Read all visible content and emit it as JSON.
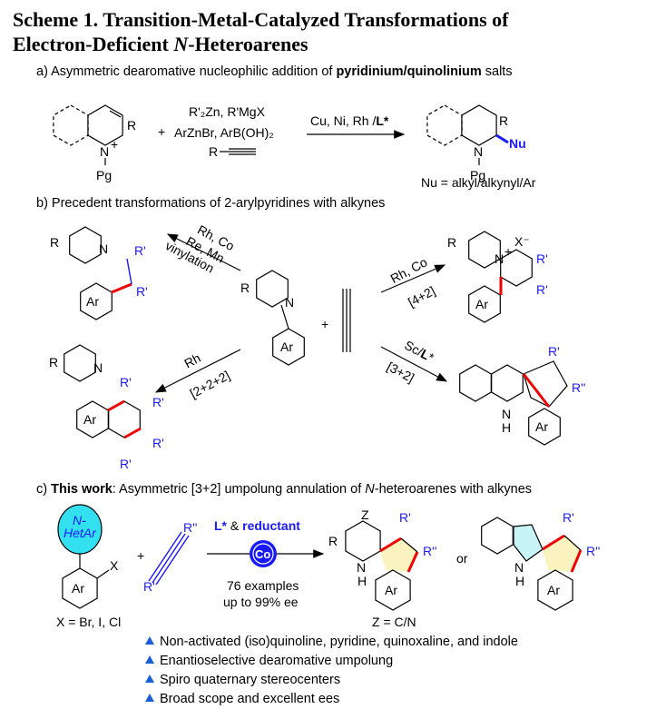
{
  "title": {
    "line1": "Scheme 1. Transition-Metal-Catalyzed Transformations of",
    "line2_prefix": "Electron-Deficient ",
    "line2_italic": "N",
    "line2_suffix": "-Heteroarenes"
  },
  "section_a": {
    "label_prefix": "a) Asymmetric dearomative nucleophilic addition of ",
    "label_bold": "pyridinium/quinolinium",
    "label_suffix": " salts",
    "reagent1": "R'₂Zn, R'MgX",
    "plus": "+",
    "reagent2": "ArZnBr, ArB(OH)₂",
    "reagent3": "R",
    "conditions": "Cu, Ni, Rh /",
    "conditions_bold": "L*",
    "substrate": {
      "R": "R",
      "N": "N",
      "charge": "+",
      "Pg": "Pg"
    },
    "product": {
      "R": "R",
      "N": "N",
      "Nu": "Nu",
      "Pg": "Pg"
    },
    "note": "Nu = alkyl/alkynyl/Ar"
  },
  "section_b": {
    "label": "b) Precedent transformations of 2-arylpyridines with alkynes",
    "center": {
      "R": "R",
      "N": "N",
      "Ar": "Ar",
      "plus": "+"
    },
    "vinylation": {
      "line1": "Rh, Co",
      "line2": "Re, Mn",
      "line3": "vinylation",
      "R": "R",
      "N": "N",
      "R1": "R'",
      "R2": "R'",
      "Ar": "Ar"
    },
    "annul_4_2": {
      "line1": "Rh, Co",
      "line2": "[4+2]",
      "R": "R",
      "N": "N",
      "charge": "+",
      "X": "X⁻",
      "R1": "R'",
      "R2": "R'",
      "Ar": "Ar"
    },
    "annul_2_2_2": {
      "line1": "Rh",
      "line2": "[2+2+2]",
      "R": "R",
      "N": "N",
      "R1": "R'",
      "R2": "R'",
      "R3": "R'",
      "R4": "R'",
      "Ar": "Ar"
    },
    "annul_3_2": {
      "line1": "Sc/",
      "line1_bold": "L",
      "line1_suffix": "*",
      "line2": "[3+2]",
      "NH": "N",
      "H": "H",
      "R1": "R'",
      "R2": "R''",
      "Ar": "Ar"
    }
  },
  "section_c": {
    "label_prefix": "c) ",
    "label_bold": "This work",
    "label_mid": ": Asymmetric [3+2] umpolung annulation of ",
    "label_italic": "N",
    "label_suffix": "-heteroarenes with alkynes",
    "hetar_line1": "N-",
    "hetar_line2": "HetAr",
    "X": "X",
    "Ar": "Ar",
    "x_note": "X = Br, I, Cl",
    "plus": "+",
    "alkyne_R2": "R''",
    "alkyne_R1": "R'",
    "cond_L": "L*",
    "cond_amp": " & ",
    "cond_reductant": "reductant",
    "catalyst": "Co",
    "examples": "76 examples",
    "ee": "up to 99% ee",
    "product1": {
      "Z": "Z",
      "R": "R",
      "N": "N",
      "H": "H",
      "R1": "R'",
      "R2": "R''",
      "Ar": "Ar"
    },
    "or": "or",
    "product2": {
      "N": "N",
      "H": "H",
      "R1": "R'",
      "R2": "R''",
      "Ar": "Ar"
    },
    "z_note": "Z = C/N",
    "bullets": [
      "Non-activated (iso)quinoline, pyridine, quinoxaline, and indole",
      "Enantioselective dearomative umpolung",
      "Spiro quaternary stereocenters",
      "Broad scope and excellent ees"
    ],
    "colors": {
      "hetar": "#33e0f0",
      "ring_fill": "#c8f4f8",
      "cyclopentene_fill": "#fbf3bf",
      "blue": "#1a1aff",
      "red": "#e00000"
    }
  }
}
